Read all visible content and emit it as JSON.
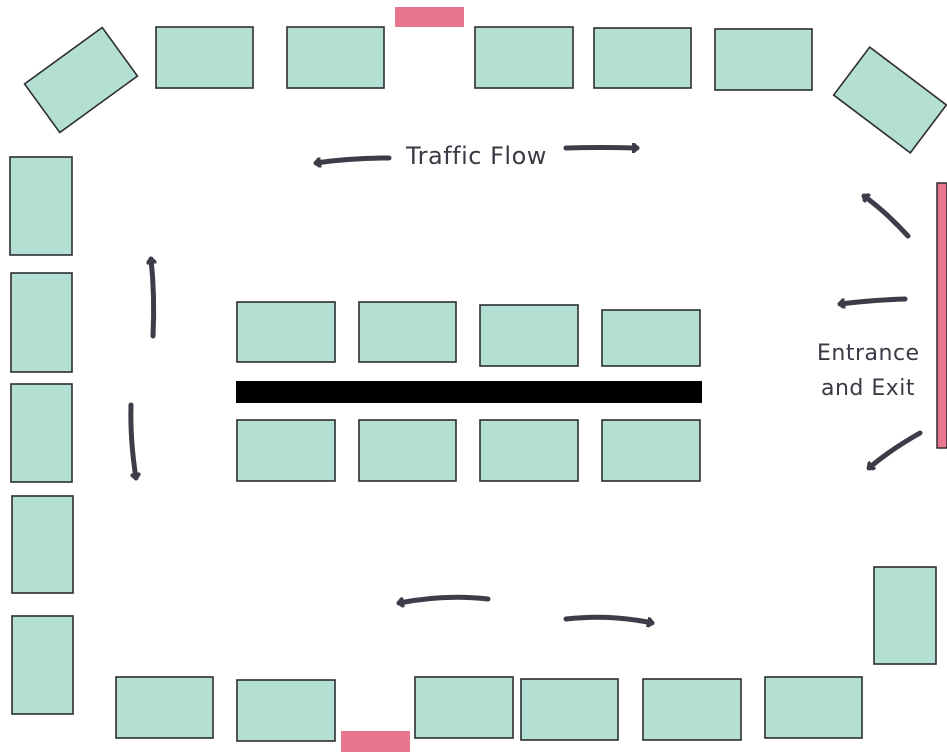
{
  "labels": {
    "traffic_flow": "Traffic Flow",
    "entrance_line1": "Entrance",
    "entrance_line2": "and Exit"
  },
  "colors": {
    "table_fill": "#b3e0d2",
    "table_stroke": "#2d2d33",
    "door_fill": "#e8768e",
    "arrow": "#3f3b48",
    "divider": "#000000",
    "text": "#3a3a44"
  }
}
